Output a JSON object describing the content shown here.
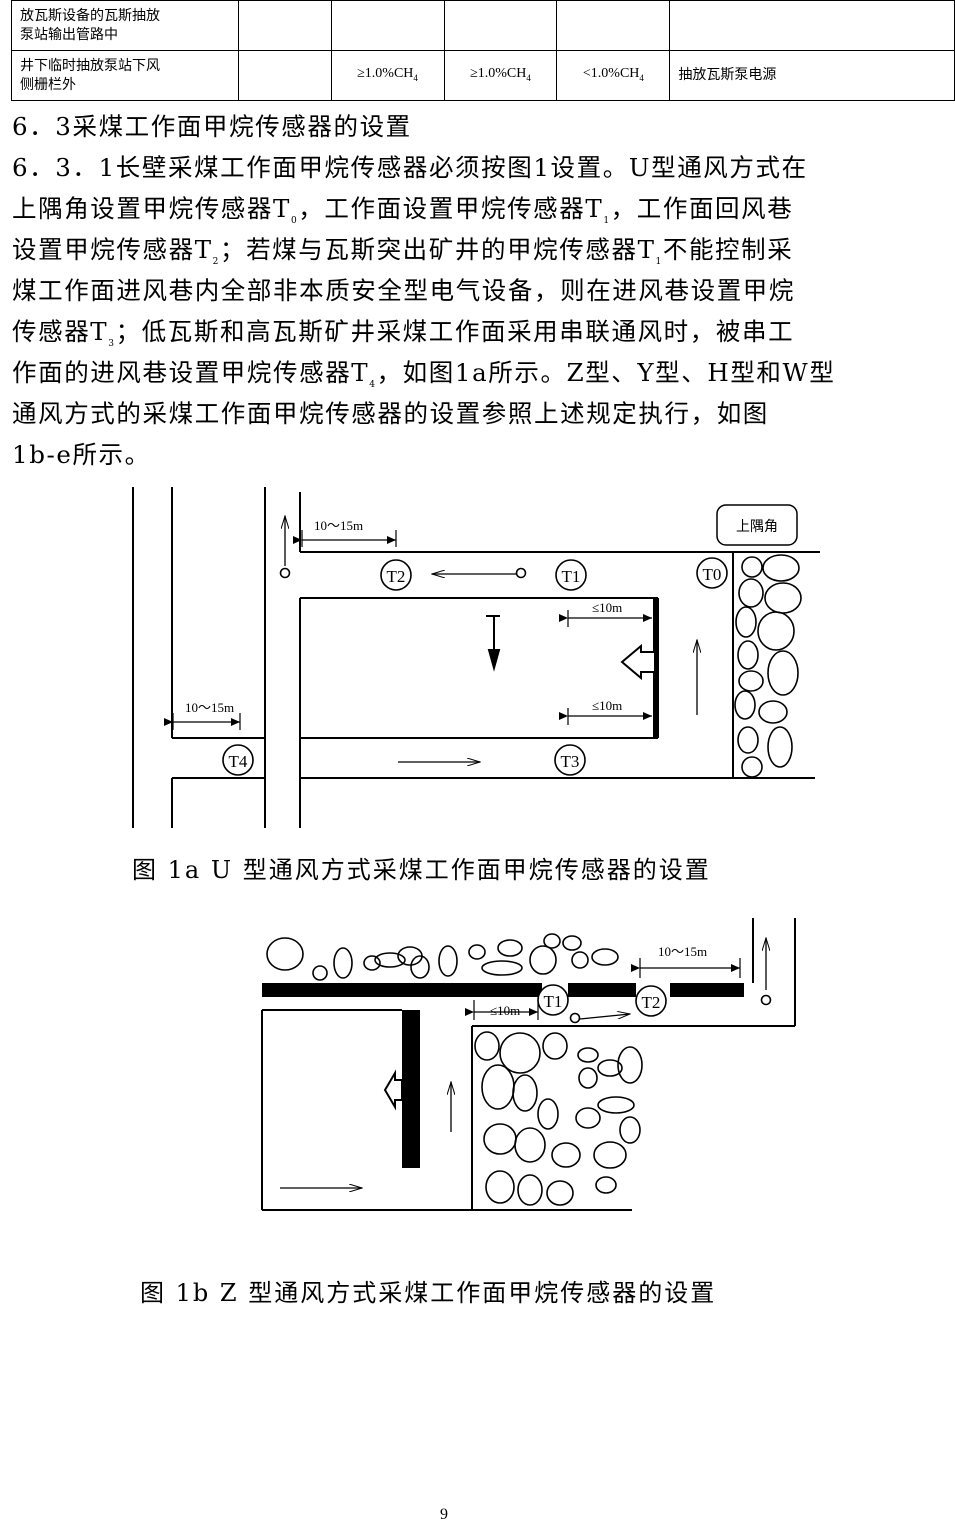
{
  "table": {
    "rows": [
      {
        "location_1": "放瓦斯设备的瓦斯抽放",
        "location_2": "泵站输出管路中",
        "c2": "",
        "c3": "",
        "c4": "",
        "c5": "",
        "c6": ""
      },
      {
        "location_1": "井下临时抽放泵站下风",
        "location_2": "侧栅栏外",
        "c2": "",
        "c3": "≥1.0%CH",
        "c4": "≥1.0%CH",
        "c5": "<1.0%CH",
        "c6": "抽放瓦斯泵电源",
        "sub": "4"
      }
    ]
  },
  "section": {
    "heading": "6．3采煤工作面甲烷传感器的设置",
    "lines": [
      {
        "a": "6．3．1长壁采煤工作面甲烷传感器必须按图1设置。U型通风方式在"
      },
      {
        "a": "上隅角设置甲烷传感器T",
        "s1": "0",
        "b": "，工作面设置甲烷传感器T",
        "s2": "1",
        "c": "，工作面回风巷"
      },
      {
        "a": "设置甲烷传感器T",
        "s1": "2",
        "b": "；若煤与瓦斯突出矿井的甲烷传感器T",
        "s2": "1",
        "c": "不能控制采"
      },
      {
        "a": "煤工作面进风巷内全部非本质安全型电气设备，则在进风巷设置甲烷"
      },
      {
        "a": "传感器T",
        "s1": "3",
        "b": "；低瓦斯和高瓦斯矿井采煤工作面采用串联通风时，被串工"
      },
      {
        "a": "作面的进风巷设置甲烷传感器T",
        "s1": "4",
        "b": "，如图1a所示。Z型、Y型、H型和W型"
      },
      {
        "a": "通风方式的采煤工作面甲烷传感器的设置参照上述规定执行，如图"
      },
      {
        "a": "1b-e所示。"
      }
    ]
  },
  "figure_1a": {
    "caption": "图 1a   U 型通风方式采煤工作面甲烷传感器的设置",
    "labels": {
      "dist_top": "10～15m",
      "dist_left": "10～15m",
      "dist_face_top": "≤10m",
      "dist_face_bottom": "≤10m",
      "corner": "上隅角",
      "t0": "T0",
      "t1": "T1",
      "t2": "T2",
      "t3": "T3",
      "t4": "T4"
    }
  },
  "figure_1b": {
    "caption": "图 1b  Z 型通风方式采煤工作面甲烷传感器的设置",
    "labels": {
      "dist_top": "10～15m",
      "dist_face": "≤10m",
      "t1": "T1",
      "t2": "T2"
    }
  },
  "page_number": "9"
}
